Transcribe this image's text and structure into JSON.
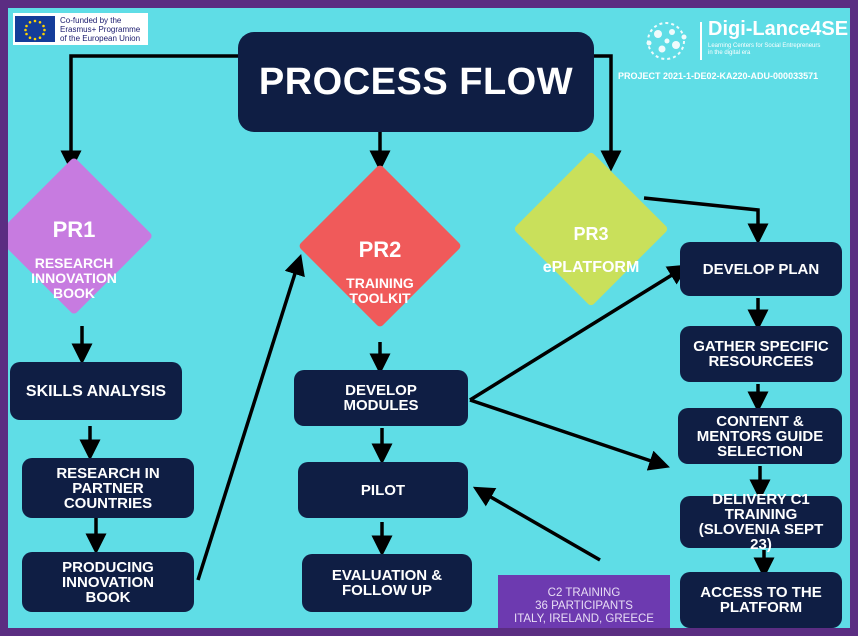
{
  "header": {
    "eu_text": "Co-funded by the\nErasmus+ Programme\nof the European Union",
    "brand_name": "Digi-Lance4SE",
    "brand_subtitle": "Learning Centers for Social Entrepreneurs\nin the digital era",
    "project_id": "PROJECT 2021-1-DE02-KA220-ADU-000033571"
  },
  "title": "PROCESS FLOW",
  "pr1": {
    "code": "PR1",
    "name": "RESEARCH\nINNOVATION\nBOOK",
    "color": "#c77be0",
    "steps": [
      "SKILLS ANALYSIS",
      "RESEARCH IN\nPARTNER\nCOUNTRIES",
      "PRODUCING\nINNOVATION\nBOOK"
    ]
  },
  "pr2": {
    "code": "PR2",
    "name": "TRAINING\nTOOLKIT",
    "color": "#f05a5a",
    "steps": [
      "DEVELOP\nMODULES",
      "PILOT",
      "EVALUATION &\nFOLLOW UP"
    ]
  },
  "pr3": {
    "code": "PR3",
    "name": "ePLATFORM",
    "color": "#c9e05b",
    "steps": [
      "DEVELOP PLAN",
      "GATHER SPECIFIC\nRESOURCEES",
      "CONTENT &\nMENTORS GUIDE\nSELECTION",
      "DELIVERY C1\nTRAINING\n(SLOVENIA SEPT 23)",
      "ACCESS TO THE\nPLATFORM"
    ]
  },
  "c2_note": "C2 TRAINING\n36 PARTICIPANTS\nITALY, IRELAND, GREECE",
  "colors": {
    "box": "#0f1e44",
    "background": "#5fdde6",
    "frame": "#5b2d82",
    "note": "#6d3ab0"
  }
}
